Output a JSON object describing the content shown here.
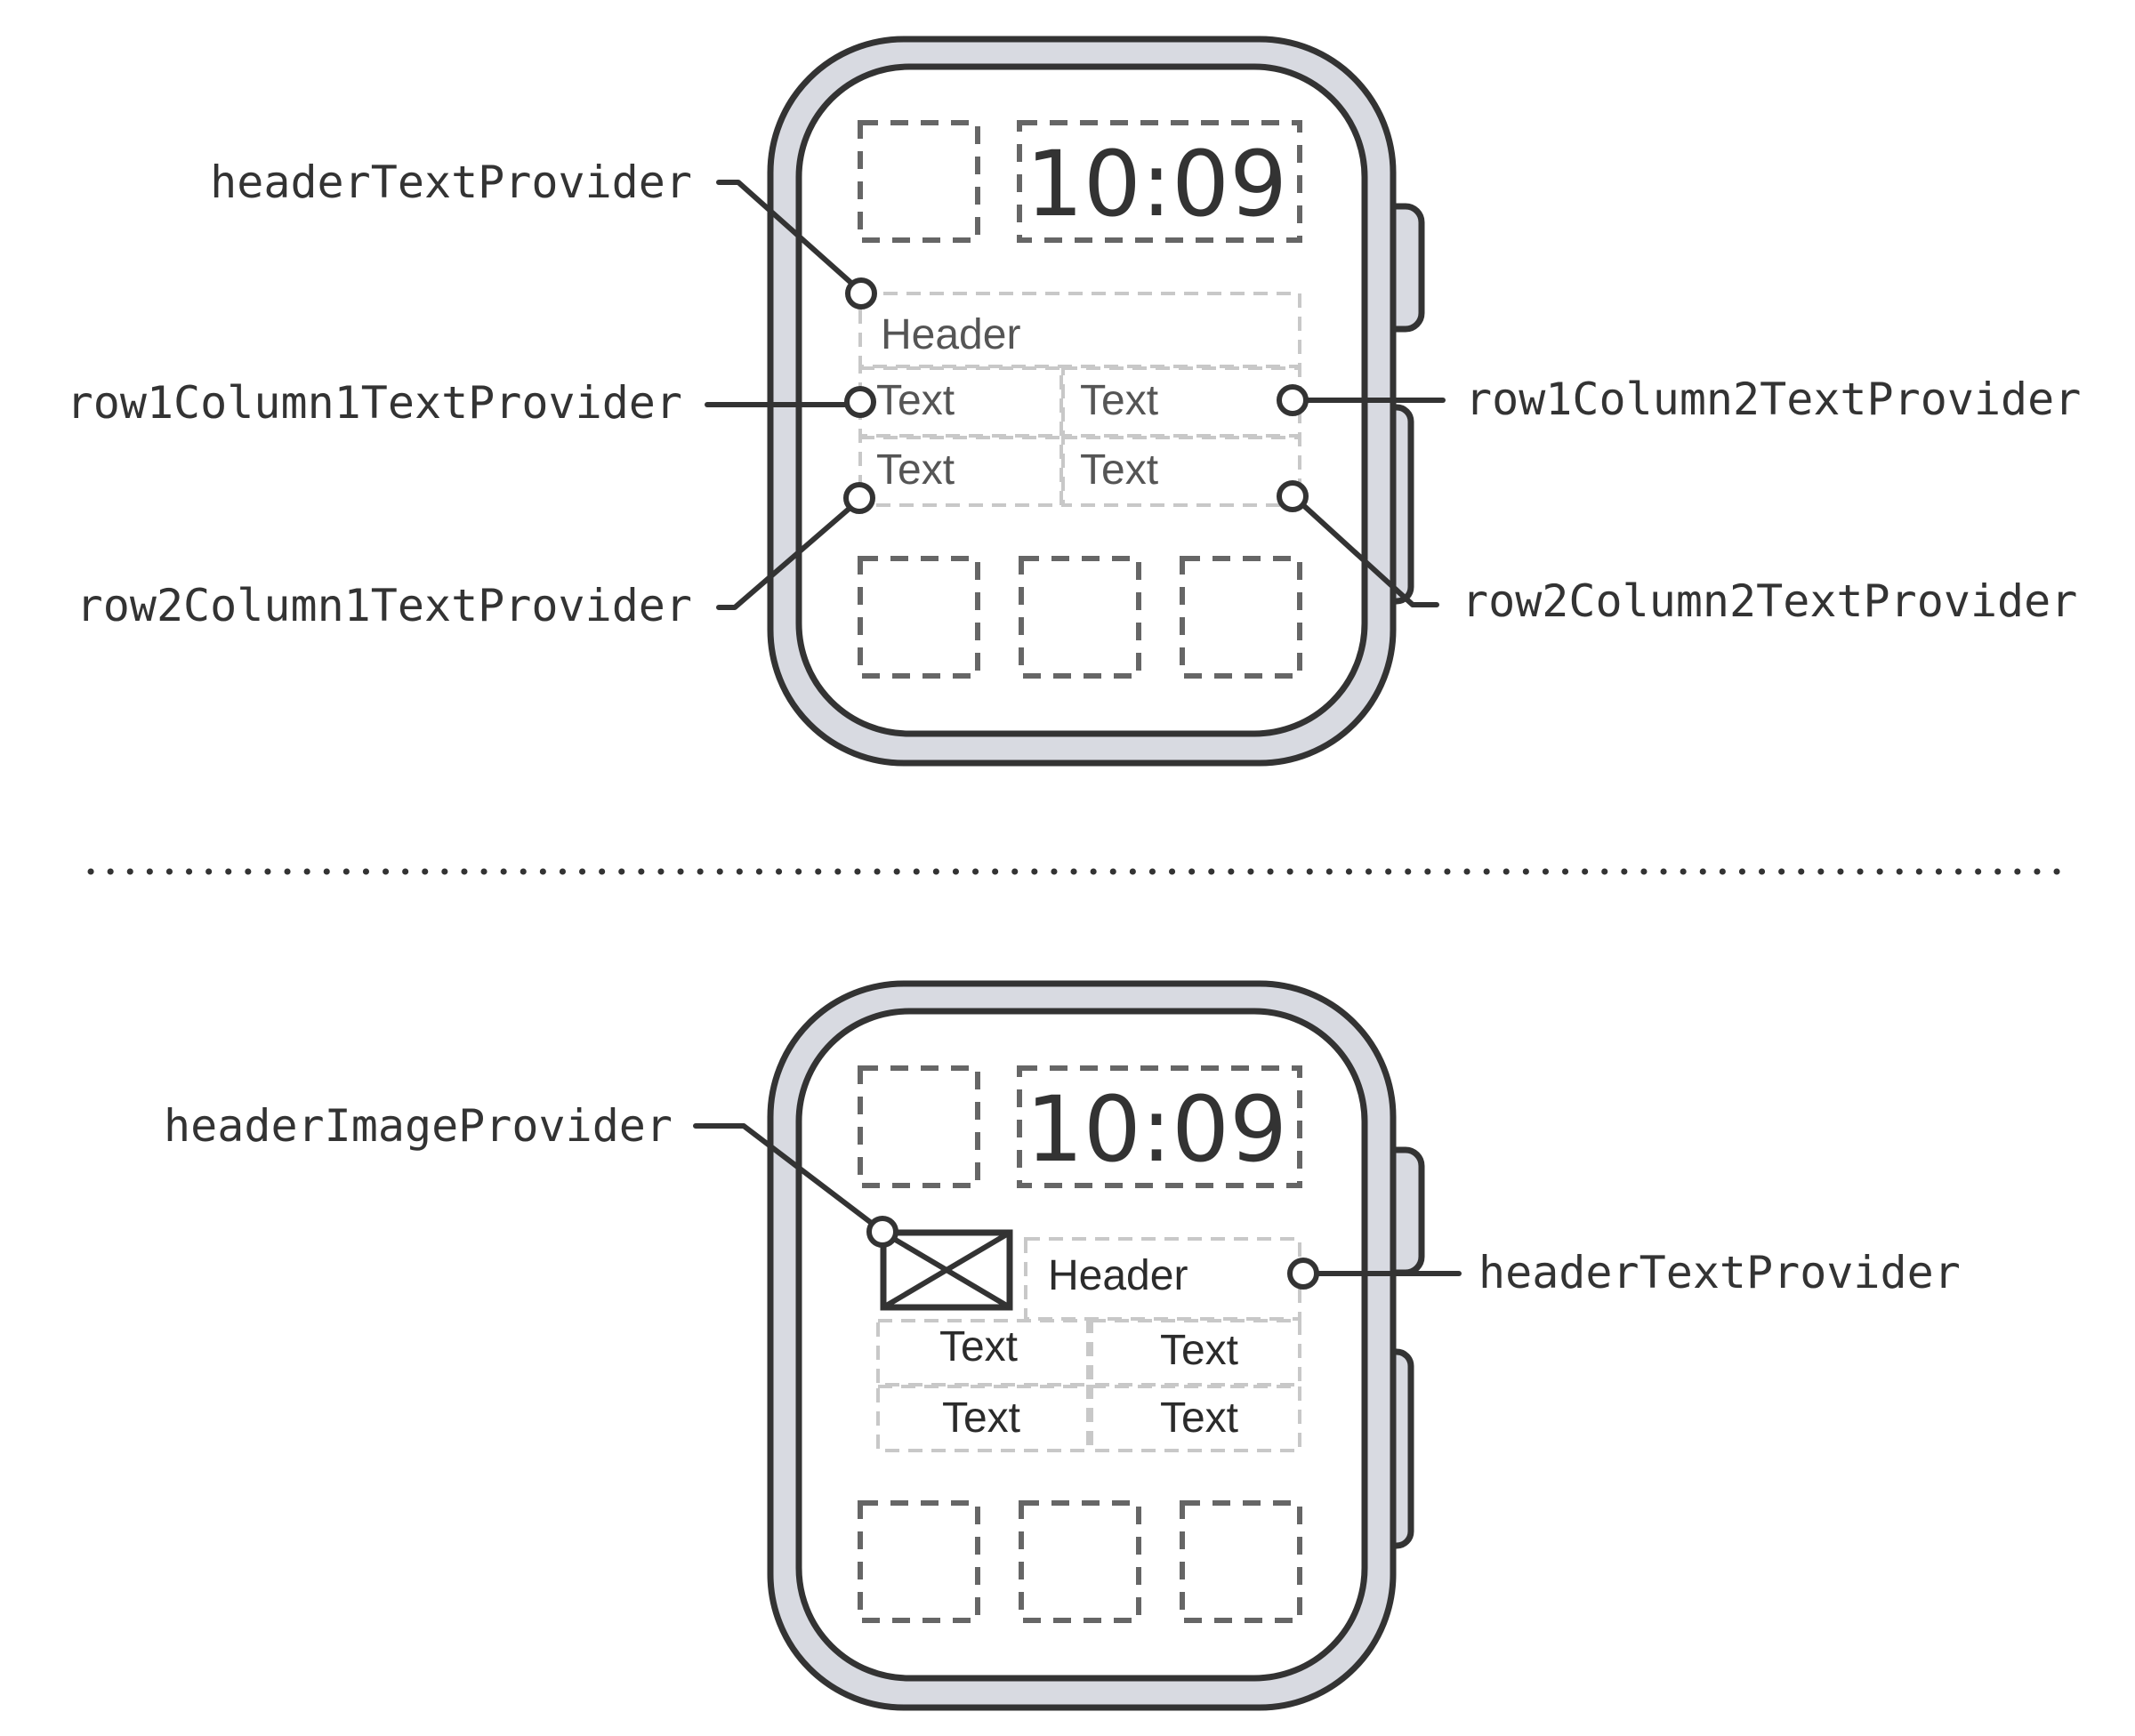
{
  "diagram": {
    "top": {
      "time": "10:09",
      "header": "Header",
      "cells": [
        "Text",
        "Text",
        "Text",
        "Text"
      ],
      "labels": {
        "header_text_provider": "headerTextProvider",
        "row1_column1": "row1Column1TextProvider",
        "row1_column2": "row1Column2TextProvider",
        "row2_column1": "row2Column1TextProvider",
        "row2_column2": "row2Column2TextProvider"
      }
    },
    "bottom": {
      "time": "10:09",
      "header": "Header",
      "cells": [
        "Text",
        "Text",
        "Text",
        "Text"
      ],
      "image_icon": "image-placeholder-icon",
      "labels": {
        "header_image_provider": "headerImageProvider",
        "header_text_provider": "headerTextProvider"
      }
    }
  }
}
